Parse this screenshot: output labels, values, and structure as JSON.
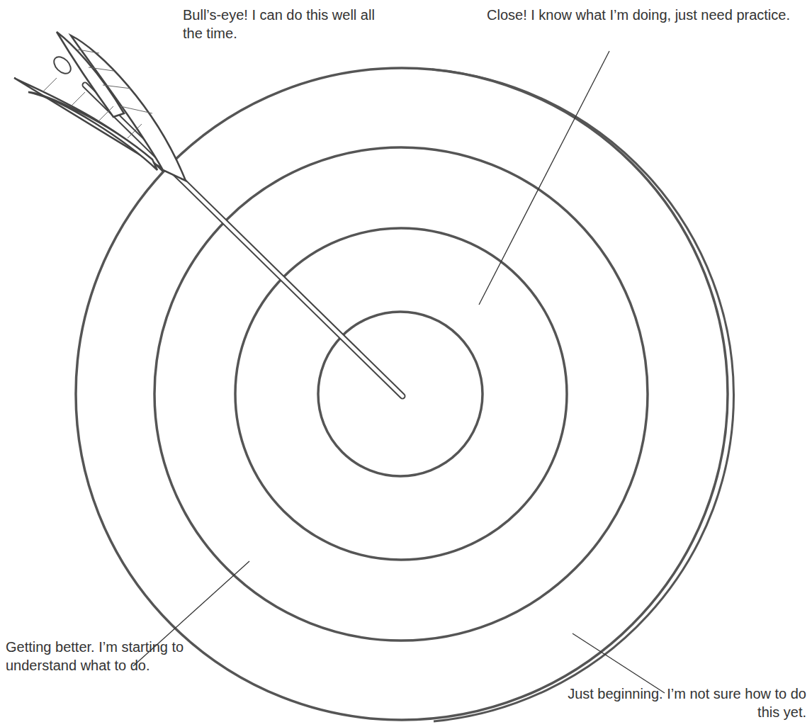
{
  "diagram": {
    "labels": [
      "Bull’s-eye! I can do this well all the time.",
      "Close! I know what I’m doing, just need practice.",
      "Getting better. I’m starting to understand what to do.",
      "Just beginning. I’m not sure how to do this yet."
    ]
  }
}
